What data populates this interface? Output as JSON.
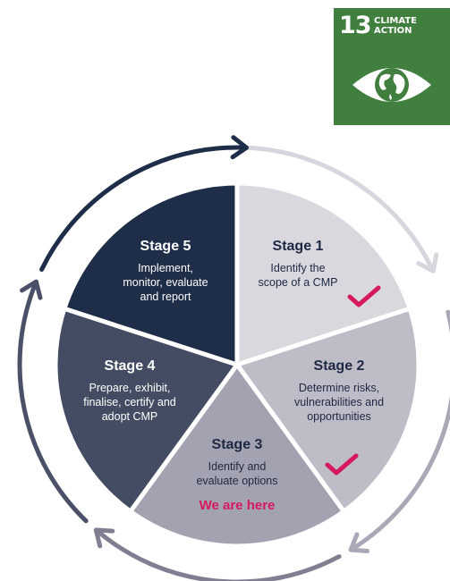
{
  "sdg": {
    "number": "13",
    "title": "CLIMATE\nACTION",
    "color": "#407f3d",
    "icon": "eye-globe-icon"
  },
  "stages": [
    {
      "title": "Stage 1",
      "lines": [
        "Identify the",
        "scope of a CMP"
      ],
      "color": "#d9d8de",
      "text_color": "#1e2843",
      "checked": true
    },
    {
      "title": "Stage 2",
      "lines": [
        "Determine risks,",
        "vulnerabilities and",
        "opportunities"
      ],
      "color": "#bdbcc7",
      "text_color": "#1e2843",
      "checked": true
    },
    {
      "title": "Stage 3",
      "lines": [
        "Identify and",
        "evaluate options"
      ],
      "color": "#a3a2b0",
      "text_color": "#1e2843",
      "checked": false,
      "highlight": "We are here"
    },
    {
      "title": "Stage 4",
      "lines": [
        "Prepare, exhibit,",
        "finalise, certify and",
        "adopt CMP"
      ],
      "color": "#444c63",
      "text_color": "#ffffff",
      "checked": false
    },
    {
      "title": "Stage 5",
      "lines": [
        "Implement,",
        "monitor, evaluate",
        "and report"
      ],
      "color": "#1e2d48",
      "text_color": "#ffffff",
      "checked": false
    }
  ],
  "colors": {
    "check": "#d6185f",
    "highlight": "#d6185f"
  },
  "arrow_colors": [
    "#d6d6de",
    "#a9a8b6",
    "#7f7f91",
    "#4a5068",
    "#1e2d48"
  ]
}
